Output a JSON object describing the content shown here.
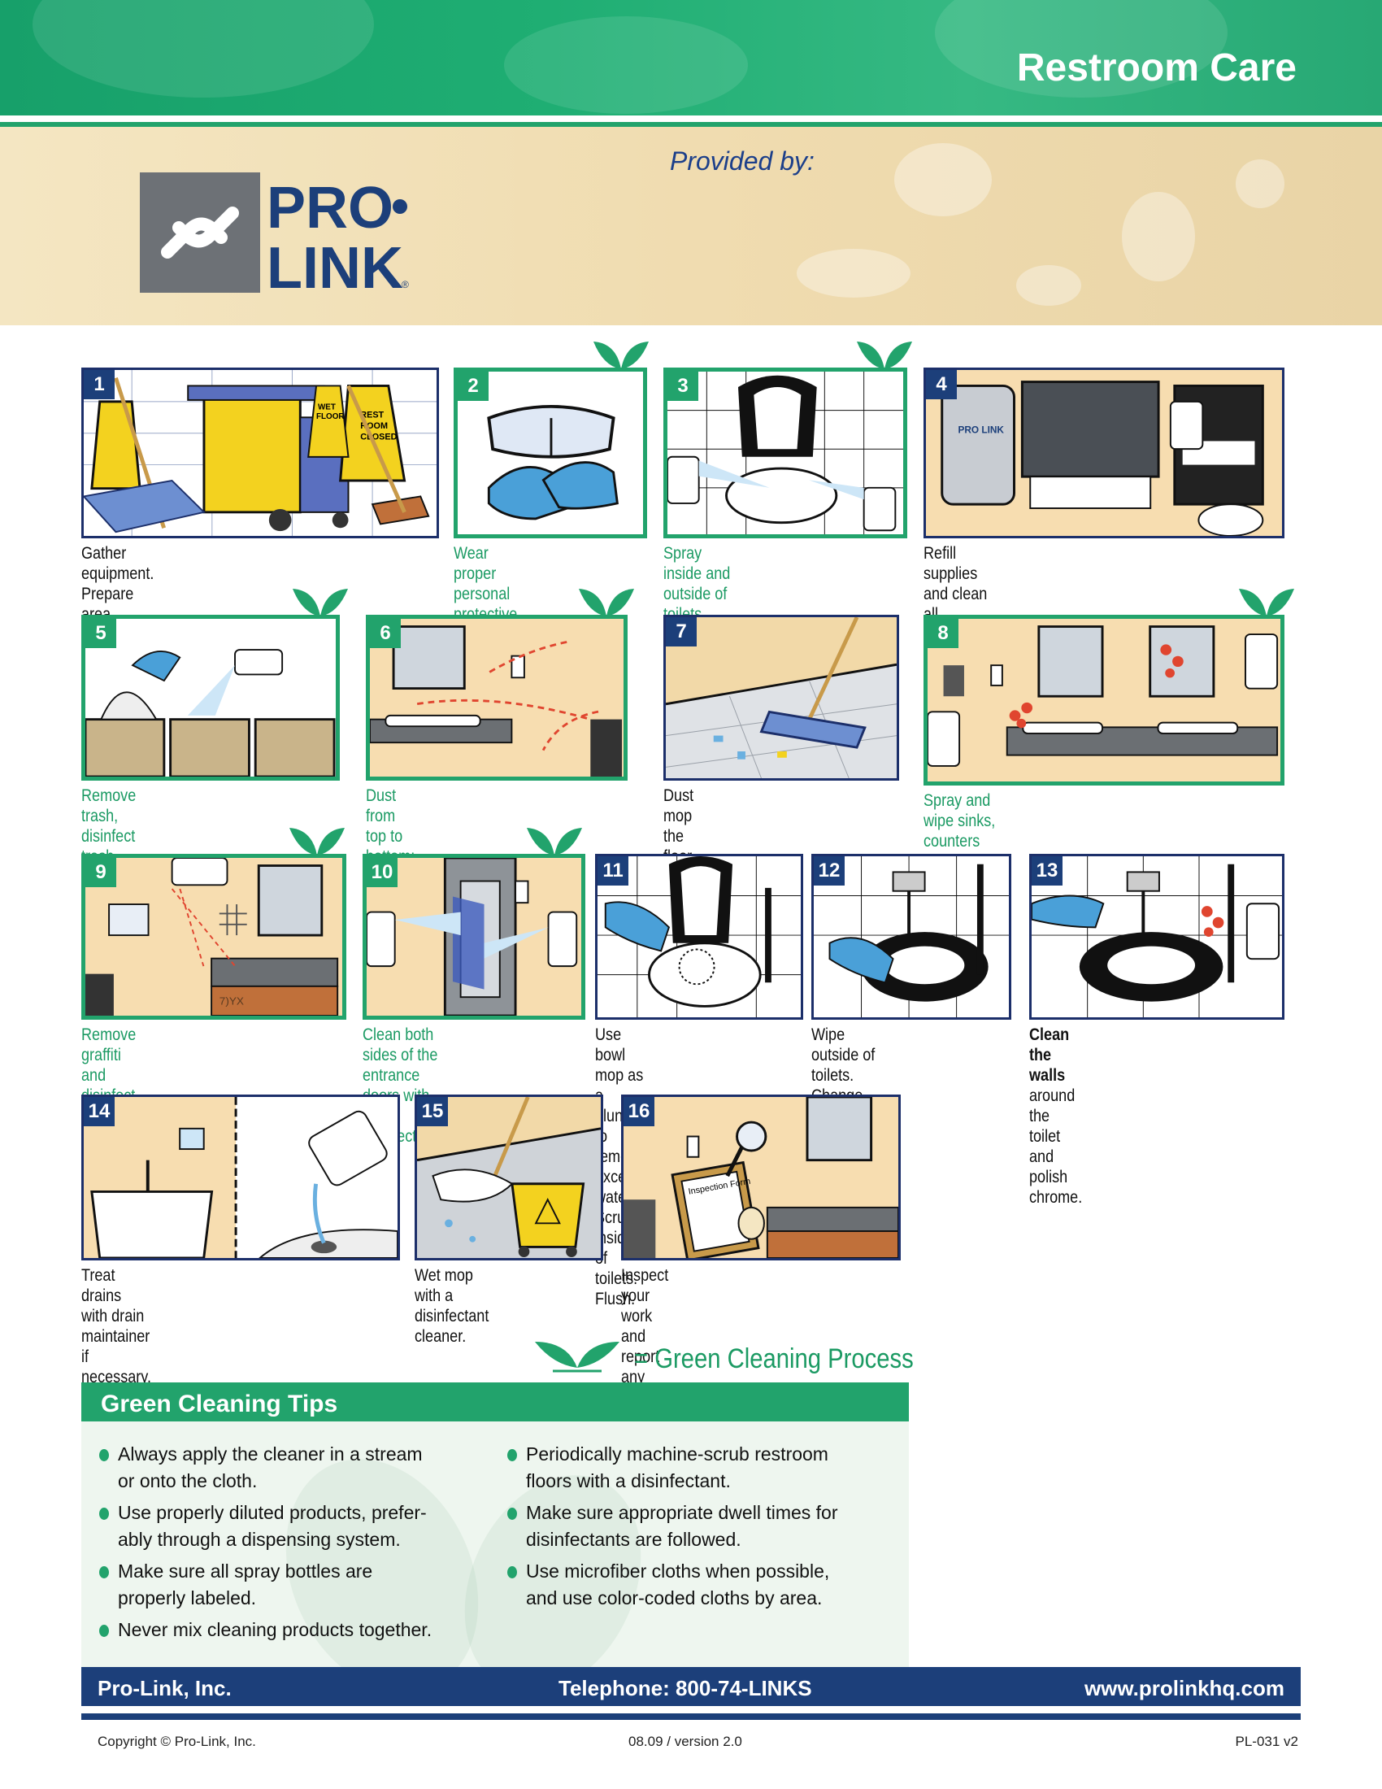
{
  "header": {
    "title": "Restroom Care",
    "provided_by": "Provided by:",
    "logo_text_top": "PRO",
    "logo_text_bottom": "LINK"
  },
  "steps": [
    {
      "num": "1",
      "caption": "Gather equipment. Prepare area. Place\n\"Restroom Closed\" sign at the door.",
      "green": false
    },
    {
      "num": "2",
      "caption": "Wear proper personal\nprotective equipment.",
      "green": true
    },
    {
      "num": "3",
      "caption": "Spray inside and outside of\ntoilets. Don't flush. Allow time\nfor the disinfectant to work",
      "green": true
    },
    {
      "num": "4",
      "caption": "Refill supplies and clean all dispensers.",
      "green": false
    },
    {
      "num": "5",
      "caption": "Remove trash, disinfect trash can\nand replace liners.",
      "green": true
    },
    {
      "num": "6",
      "caption": "Dust from top to bottom; pick\nup trash as you go.",
      "green": true
    },
    {
      "num": "7",
      "caption": "Dust mop the floor.",
      "green": false
    },
    {
      "num": "8",
      "caption": "Spray and wipe sinks, counters and mirrors.\nAllow disinfectant to dwell.",
      "green": true
    },
    {
      "num": "9",
      "caption": "Remove graffiti and disinfect\nall high touch surfaces.",
      "green": true
    },
    {
      "num": "10",
      "caption": "Clean both sides of the\nentrance doors with a\ndisinfectant.",
      "green": true
    },
    {
      "num": "11",
      "caption": "Use bowl mop as a plunger\nto remove excess water.\nScrub inside of toilets. Flush.",
      "green": false
    },
    {
      "num": "12",
      "caption": "Wipe outside of toilets.\nChange or rinse cloths\nfrequently.",
      "green": false
    },
    {
      "num": "13",
      "caption_bold": "Clean the walls",
      "caption": " around the\ntoilet and polish chrome.",
      "green": false
    },
    {
      "num": "14",
      "caption": "Treat drains with drain maintainer\nif necessary.",
      "green": false
    },
    {
      "num": "15",
      "caption": "Wet mop with a\ndisinfectant cleaner.",
      "green": false
    },
    {
      "num": "16",
      "caption": "Inspect your work and report\nany repairs as needed.",
      "green": false
    }
  ],
  "illustration_text": {
    "wet_floor": "WET FLOOR",
    "restroom_closed": "REST ROOM CLOSED",
    "inspection_form": "Inspection Form",
    "graffiti": "7)YX",
    "dispenser_brand": "PRO LINK"
  },
  "legend": {
    "text": "= Green Cleaning Process"
  },
  "tips": {
    "title": "Green Cleaning Tips",
    "left": [
      "Always apply the cleaner in a stream\nor onto the cloth.",
      "Use properly diluted products, prefer-\nably through a dispensing system.",
      "Make sure all spray bottles are\nproperly labeled.",
      "Never mix cleaning products together."
    ],
    "right": [
      "Periodically machine-scrub restroom\nfloors with a disinfectant.",
      "Make sure appropriate dwell times for\ndisinfectants are followed.",
      "Use microfiber cloths when possible,\nand use color-coded cloths by area."
    ]
  },
  "footer": {
    "company": "Pro-Link, Inc.",
    "telephone": "Telephone: 800-74-LINKS",
    "website": "www.prolinkhq.com",
    "copyright": "Copyright © Pro-Link, Inc.",
    "version": "08.09 / version 2.0",
    "code": "PL-031 v2"
  },
  "colors": {
    "green": "#22a36c",
    "navy": "#1c3f7a",
    "cream": "#f4e6c2",
    "panel_bg": "#f7ddb0"
  },
  "icons": [
    "leaf-icon",
    "spray-bottle-icon",
    "toilet-icon",
    "glove-icon",
    "mop-icon",
    "goggles-icon",
    "dispenser-icon",
    "magnifier-icon",
    "bullet-dot-icon"
  ]
}
